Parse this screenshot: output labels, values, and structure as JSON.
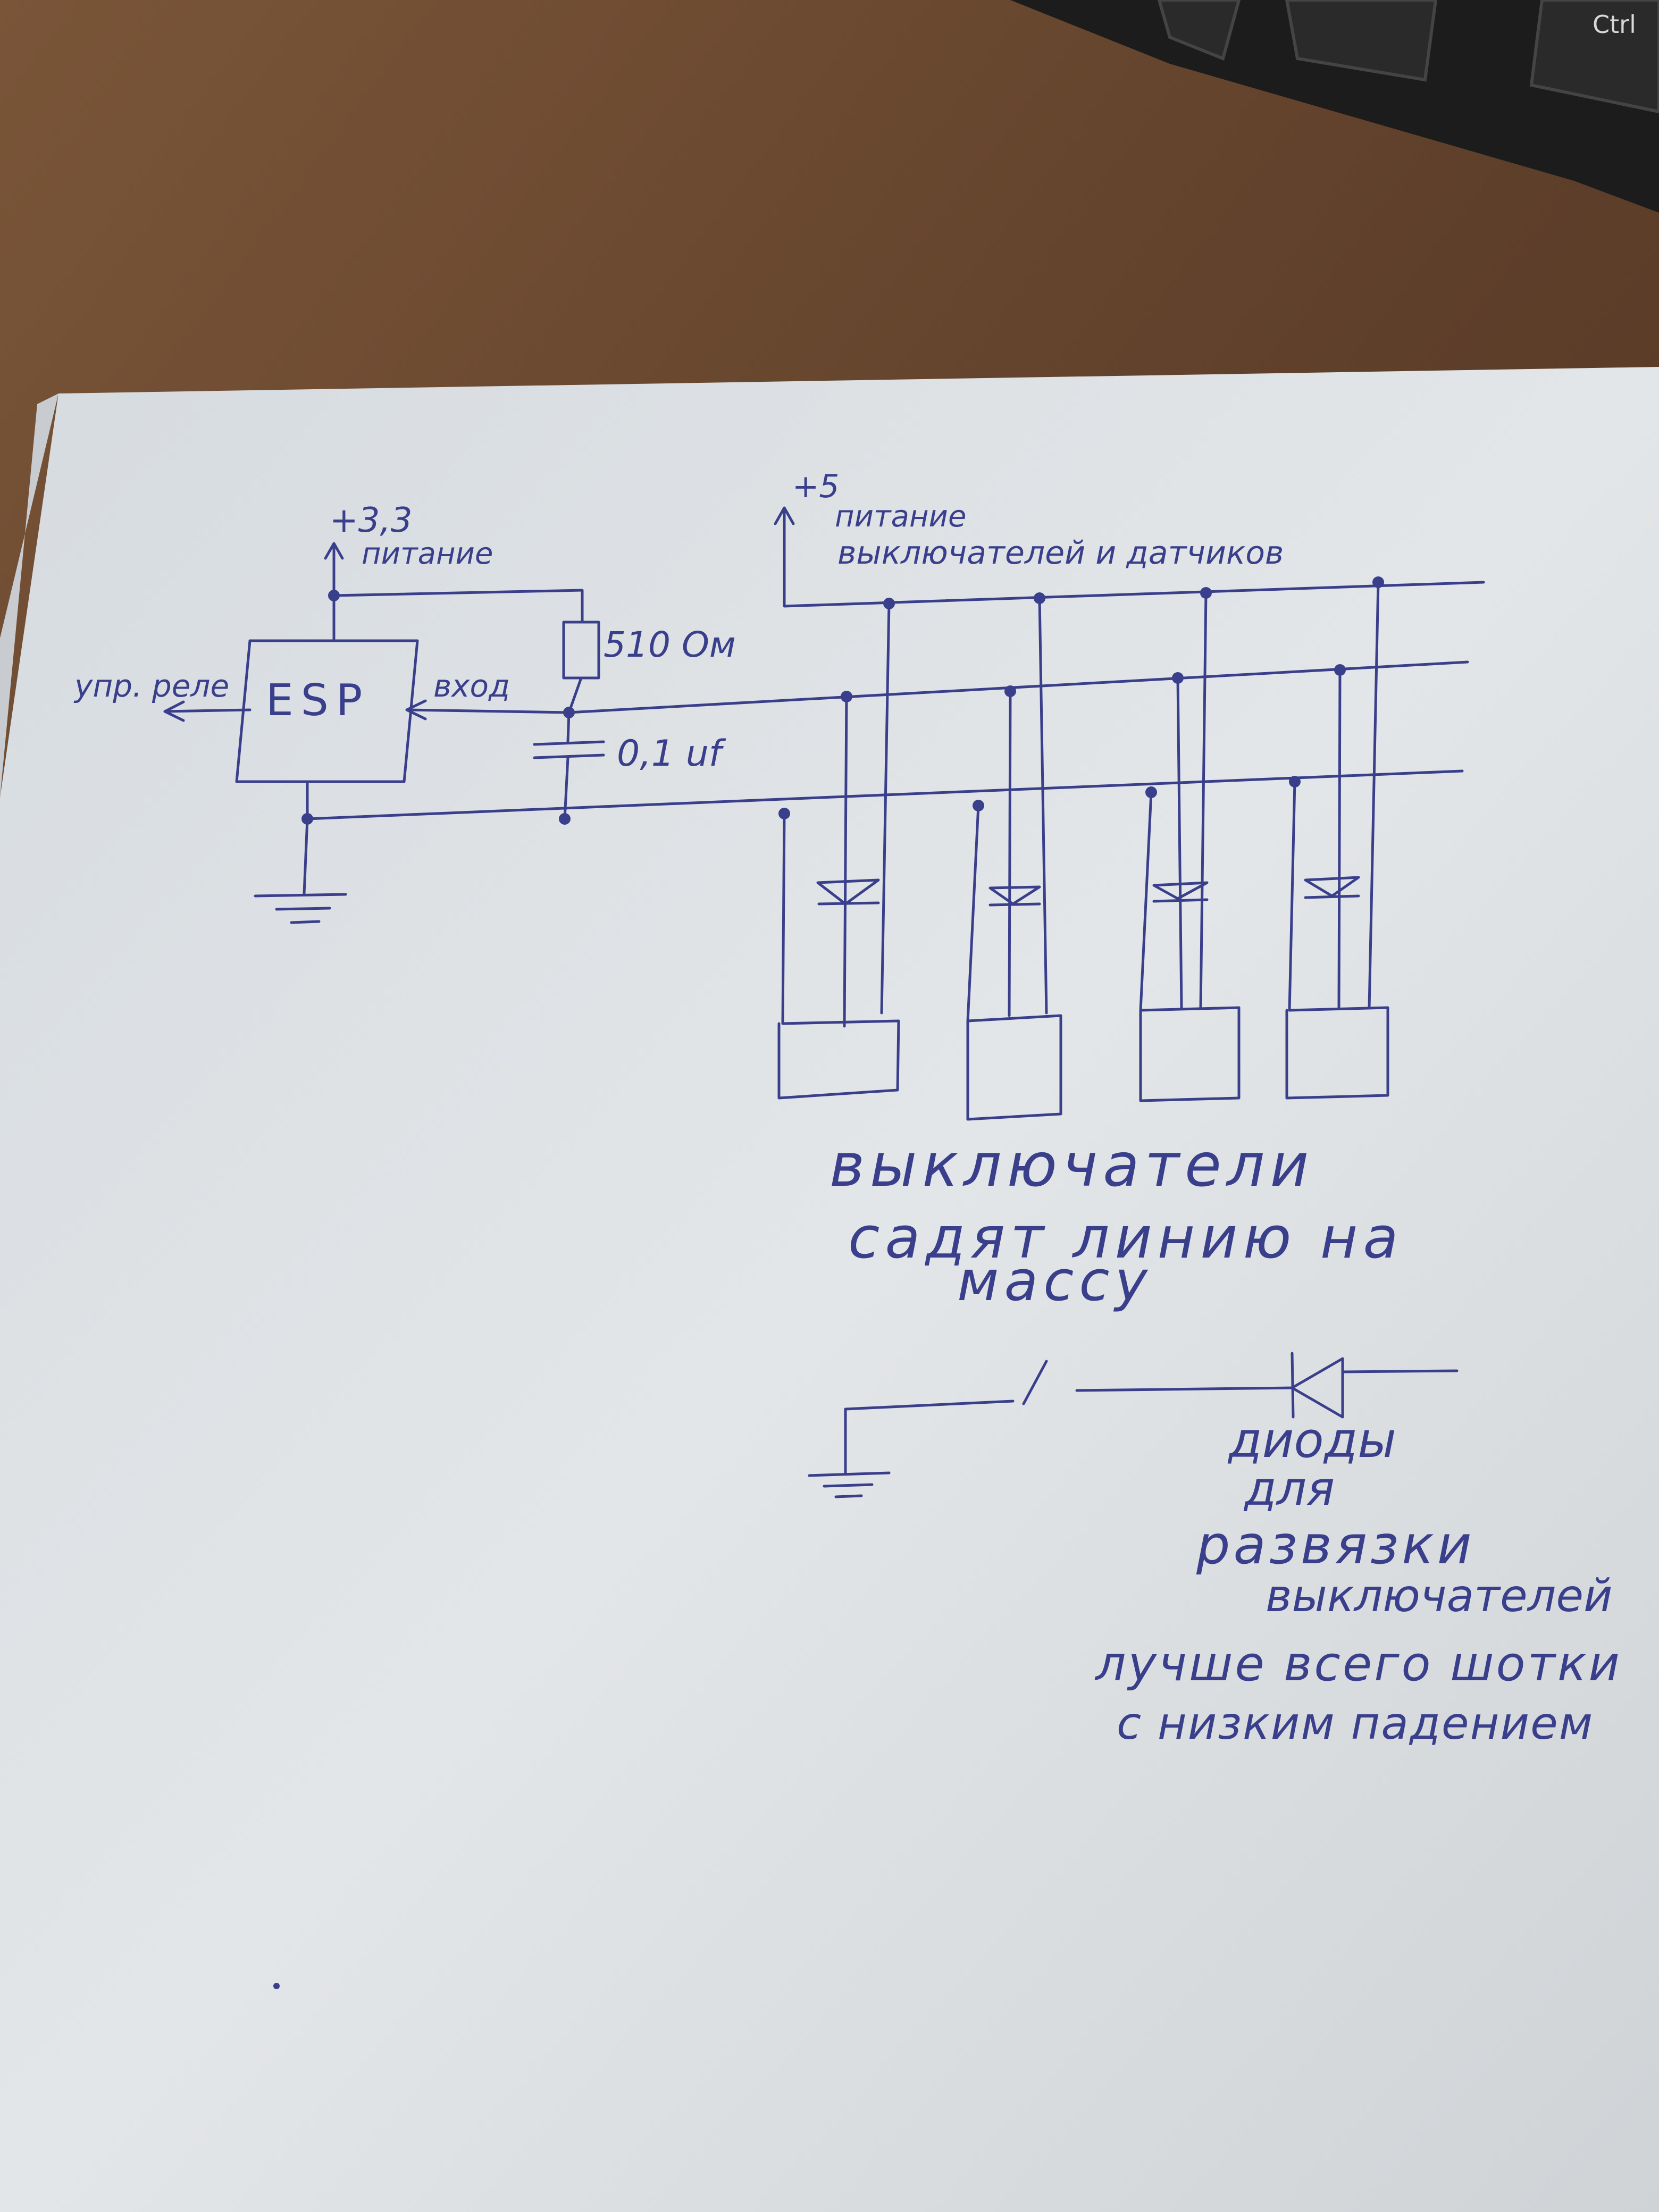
{
  "keyboard": {
    "ctrl_label": "Ctrl"
  },
  "labels": {
    "v33": "+3,3",
    "power": "питание",
    "relay_out": "упр. реле",
    "esp": "ESP",
    "input": "вход",
    "resistor": "510 Ом",
    "capacitor": "0,1 uf",
    "v5": "+5",
    "power5_line1": "питание",
    "power5_line2": "выключателей и датчиков"
  },
  "notes": {
    "switches_line1": "выключатели",
    "switches_line2": "садят линию на",
    "switches_line3": "массу",
    "diodes_line1": "диоды",
    "diodes_line2": "для",
    "diodes_line3": "развязки",
    "diodes_line4": "выключателей",
    "diodes_line5": "лучше всего шотки",
    "diodes_line6": "с низким падением"
  },
  "colors": {
    "ink": "#3a3f8c",
    "paper": "#dfe3e6",
    "desk": "#6b4a33",
    "keyboard": "#1a1a1a"
  }
}
